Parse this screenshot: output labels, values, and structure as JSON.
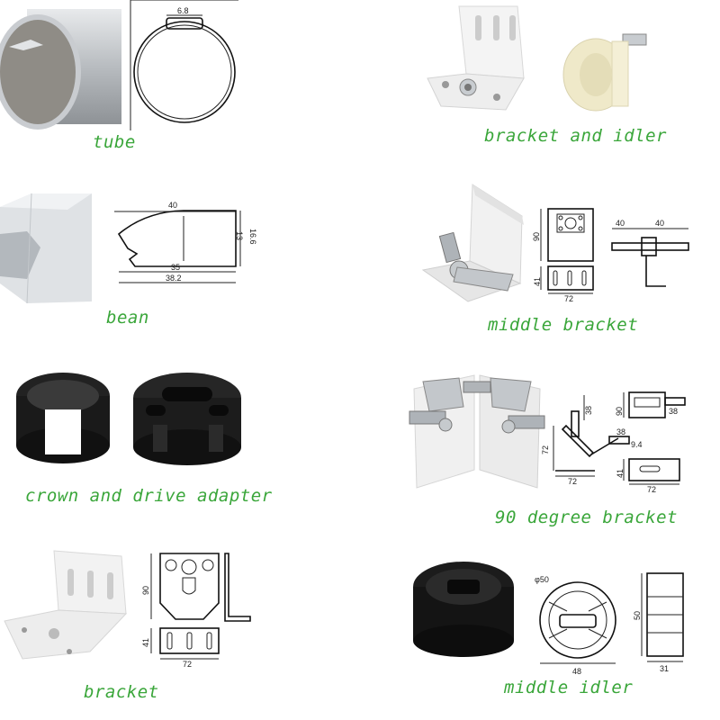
{
  "colors": {
    "caption": "#3aa63a",
    "metal": "#c8ccd0",
    "plastic_black": "#1a1a1a",
    "plastic_cream": "#f1ecd0",
    "bracket_white": "#f4f4f4"
  },
  "products": {
    "tube": {
      "caption": "tube",
      "dims": {
        "slot": "6.8"
      }
    },
    "bean": {
      "caption": "bean",
      "dims": {
        "top": "40",
        "inner": "35",
        "overall": "38.2",
        "h1": "13",
        "h2": "16.6"
      }
    },
    "crown": {
      "caption": "crown and drive adapter"
    },
    "bracket": {
      "caption": "bracket",
      "dims": {
        "height": "90",
        "base": "41",
        "width": "72"
      }
    },
    "bracket_idler": {
      "caption": "bracket and idler"
    },
    "middle_bracket": {
      "caption": "middle bracket",
      "dims": {
        "height": "90",
        "base": "41",
        "width": "72",
        "shaft_left": "40",
        "shaft_right": "40"
      }
    },
    "degree_bracket": {
      "caption": "90 degree bracket",
      "dims": {
        "a": "38",
        "b": "72",
        "c": "72",
        "d": "38",
        "e": "9.4",
        "f": "90",
        "g": "38",
        "h": "41",
        "i": "72"
      }
    },
    "middle_idler": {
      "caption": "middle idler",
      "dims": {
        "diameter": "φ50",
        "width": "48",
        "height": "50",
        "depth": "31"
      }
    }
  }
}
